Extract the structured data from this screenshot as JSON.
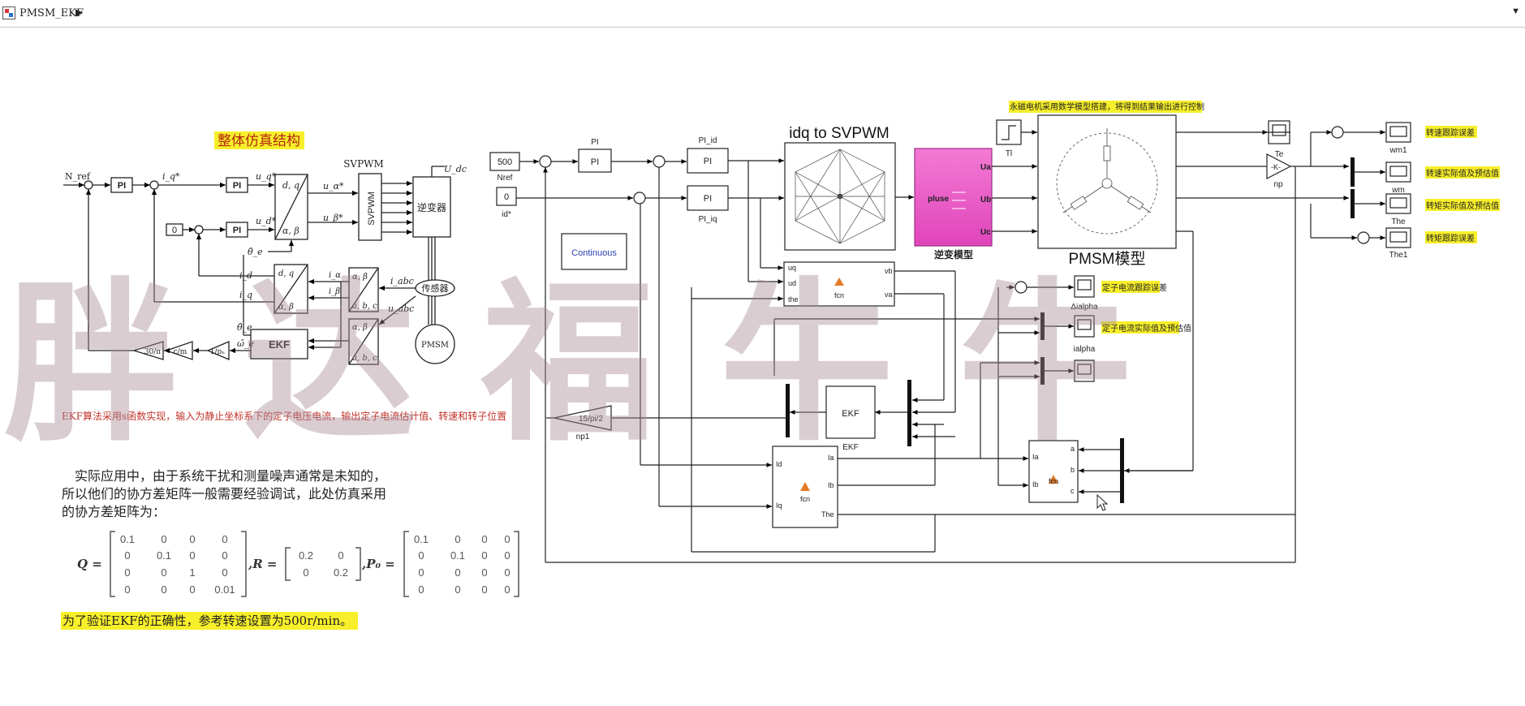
{
  "window": {
    "title": "PMSM_EKF",
    "expand_arrow": "▶",
    "collapse_chevron": "▼"
  },
  "watermark": "胖达福牛牛",
  "left_panel": {
    "figure_title": "整体仿真结构",
    "ekf_note": "EKF算法采用s函数实现，输入为静止坐标系下的定子电压电流，输出定子电流估计值、转速和转子位置",
    "paragraph": [
      "实际应用中，由于系统干扰和测量噪声通常是未知的，",
      "所以他们的协方差矩阵一般需要经验调试，此处仿真采用",
      "的协方差矩阵为："
    ],
    "Q_label": "Q =",
    "Q": [
      [
        "0.1",
        "0",
        "0",
        "0"
      ],
      [
        "0",
        "0.1",
        "0",
        "0"
      ],
      [
        "0",
        "0",
        "1",
        "0"
      ],
      [
        "0",
        "0",
        "0",
        "0.01"
      ]
    ],
    "R_label": ",R =",
    "R": [
      [
        "0.2",
        "0"
      ],
      [
        "0",
        "0.2"
      ]
    ],
    "P_label": ",P₀ =",
    "P0": [
      [
        "0.1",
        "0",
        "0",
        "0"
      ],
      [
        "0",
        "0.1",
        "0",
        "0"
      ],
      [
        "0",
        "0",
        "0",
        "0"
      ],
      [
        "0",
        "0",
        "0",
        "0"
      ]
    ],
    "verify_note": "为了验证EKF的正确性，参考转速设置为500r/min。"
  },
  "mini_diagram": {
    "svpwm_title": "SVPWM",
    "blocks": {
      "pi": "PI",
      "zero": "0",
      "svpwm": "SVPWM",
      "inverter": "逆变器",
      "sensor": "传感器",
      "pmsm": "PMSM",
      "ekf": "EKF",
      "dq_ab": "d, q",
      "ab": "α, β",
      "abc": "a, b, c",
      "gain_c": "c/m",
      "gain_pn": "1/pₙ",
      "gain_30pi": "30/π"
    },
    "signals": {
      "nref": "N_ref",
      "iq_star": "i_q*",
      "uq_star": "u_q*",
      "ud_star": "u_d*",
      "ua_star": "u_α*",
      "ub_star": "u_β*",
      "udc": "U_dc",
      "theta": "θ̂_e",
      "id": "i_d",
      "iq": "i_q",
      "ialpha": "i_α",
      "ibeta": "i_β",
      "iabc": "i_abc",
      "uabc": "u_abc",
      "theta_hat": "θ̂_e",
      "omega_hat": "ω̂_e"
    }
  },
  "model": {
    "blocks": {
      "nref": {
        "value": "500",
        "label": "Nref"
      },
      "idref": {
        "value": "0",
        "label": "id*"
      },
      "pi1": {
        "text": "PI",
        "label": "PI"
      },
      "pi_id": {
        "text": "PI",
        "label": "PI_id"
      },
      "pi_iq": {
        "text": "PI",
        "label": "PI_iq"
      },
      "continuous": "Continuous",
      "svpwm": {
        "title": "idq to SVPWM"
      },
      "inverter": {
        "text": "pluse",
        "label": "逆变模型",
        "ports": [
          "Ua",
          "Ub",
          "Uc"
        ]
      },
      "tl": {
        "label": "Tl"
      },
      "pmsm": {
        "label": "PMSM模型",
        "note": "永磁电机采用数学模型搭建，将得到结果输出进行控制"
      },
      "fcn_top": {
        "text": "fcn",
        "in_ports": [
          "uq",
          "ud",
          "the"
        ],
        "out_ports": [
          "vb",
          "va"
        ]
      },
      "ekf": {
        "text": "EKF",
        "label": "EKF"
      },
      "fcn_bottom": {
        "text": "fcn",
        "in_ports": [
          "Id",
          "Iq"
        ],
        "out_ports": [
          "Ia",
          "Ib",
          "The"
        ]
      },
      "fcn_right": {
        "text": "fcn",
        "in_ports": [
          "Ia",
          "Ib"
        ],
        "out_ports": [
          "a",
          "b",
          "c"
        ]
      },
      "gain_np1": {
        "text": "15/pi/2",
        "label": "np1"
      },
      "gain_np": {
        "text": "-K-",
        "label": "np"
      },
      "scopes": {
        "te": "Te",
        "wm1": "wm1",
        "wm": "wm",
        "the": "The",
        "the1": "The1",
        "dialpha": "Δialpha",
        "ialpha": "ialpha"
      }
    },
    "annotations": {
      "speed_err": "转速跟踪误差",
      "speed_est": "转速实际值及预估值",
      "torque_est": "转矩实际值及预估值",
      "torque_err": "转矩跟踪误差",
      "current_err": "定子电流跟踪误差",
      "current_est": "定子电流实际值及预估值"
    }
  },
  "colors": {
    "highlight": "#f7ef2a",
    "red_note": "#c2332a",
    "pink_block": "#ea5ec6",
    "continuous_text": "#2a3fb0",
    "watermark": "#a88a96"
  }
}
